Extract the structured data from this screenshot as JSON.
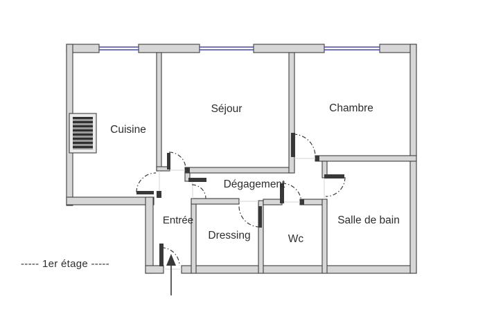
{
  "floor_label": "-----  1er étage  -----",
  "rooms": {
    "cuisine": {
      "label": "Cuisine"
    },
    "sejour": {
      "label": "Séjour"
    },
    "chambre": {
      "label": "Chambre"
    },
    "degagement": {
      "label": "Dégagement"
    },
    "entree": {
      "label": "Entrée"
    },
    "dressing": {
      "label": "Dressing"
    },
    "wc": {
      "label": "Wc"
    },
    "salle_de_bain": {
      "label": "Salle de bain"
    }
  },
  "features": {
    "windows": 3,
    "doors": 8,
    "entrance_arrow": true,
    "radiator_in_cuisine": true
  },
  "colors": {
    "wall_fill": "#d7d7d7",
    "wall_stroke": "#3d3d3d",
    "door_dark": "#383838",
    "window_blue": "#4343c0",
    "arc": "#3a3a3a",
    "text": "#2d2d2d",
    "threshold": "#d6d6d6",
    "background": "#ffffff"
  }
}
